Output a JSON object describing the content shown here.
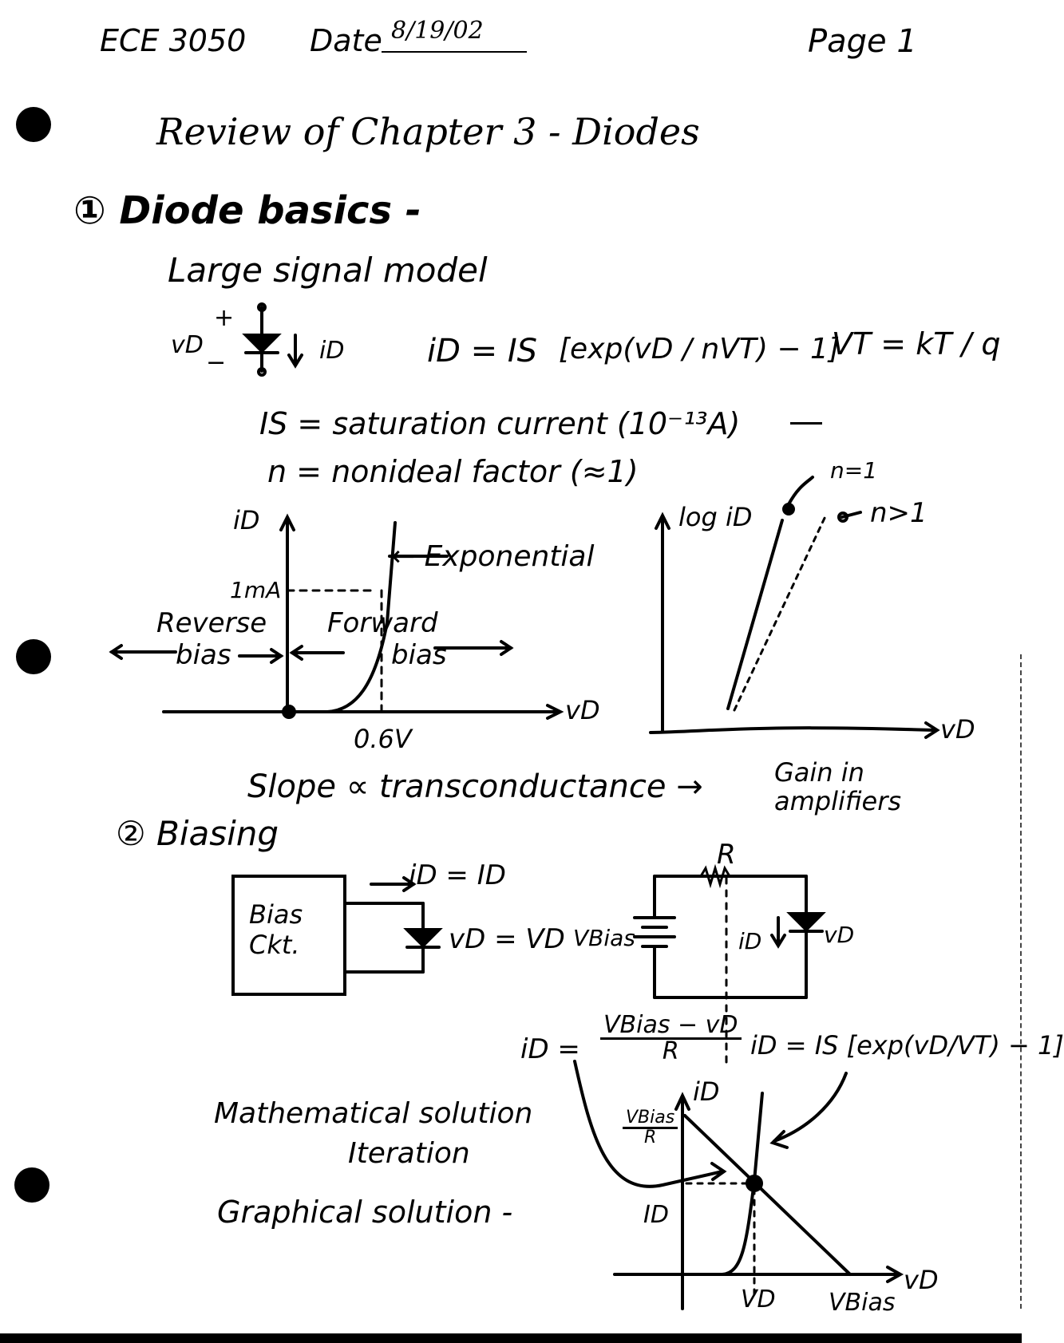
{
  "header": {
    "course": "ECE 3050",
    "date_label": "Date",
    "date_value": "8/19/02",
    "page": "Page 1"
  },
  "title": "Review of Chapter 3 - Diodes",
  "section1": {
    "heading": "① Diode basics -",
    "subheading": "Large signal model",
    "vd_label": "vD",
    "plus": "+",
    "minus": "−",
    "id_label": "iD",
    "eq_lhs": "iD = IS",
    "eq_body": "[exp(vD / nVT) − 1]",
    "vt_eq": "VT = kT / q",
    "is_def": "IS = saturation current (10⁻¹³A)",
    "n_def": "n = nonideal factor (≈1)"
  },
  "iv_graph": {
    "y_label": "iD",
    "x_label": "vD",
    "one_ma": "1mA",
    "exp_label": "← Exponential",
    "reverse": "Reverse",
    "bias_r": "bias",
    "forward": "Forward",
    "bias_f": "bias",
    "v06": "0.6V"
  },
  "log_graph": {
    "y_label": "log iD",
    "x_label": "vD",
    "n1": "n=1",
    "ngt1": "n>1"
  },
  "slope_note": "Slope ∝ transconductance →",
  "gain_note_1": "Gain in",
  "gain_note_2": "amplifiers",
  "section2": {
    "heading": "② Biasing",
    "id_eq": "iD = ID",
    "box_line1": "Bias",
    "box_line2": "Ckt.",
    "vd_eq": "vD = VD",
    "vbias": "VBias",
    "r_label": "R",
    "id_circ": "iD",
    "vd_circ": "vD",
    "load_eq_lhs": "iD =",
    "load_eq_num": "VBias − vD",
    "load_eq_den": "R",
    "diode_eq": "iD = IS [exp(vD/VT) − 1]",
    "math_sol": "Mathematical solution",
    "iteration": "Iteration",
    "graph_sol": "Graphical solution -"
  },
  "load_graph": {
    "y_label": "iD",
    "x_label": "vD",
    "vbias_r_num": "VBias",
    "vbias_r_den": "R",
    "id_tick": "ID",
    "vd_tick": "VD",
    "vbias_tick": "VBias"
  }
}
